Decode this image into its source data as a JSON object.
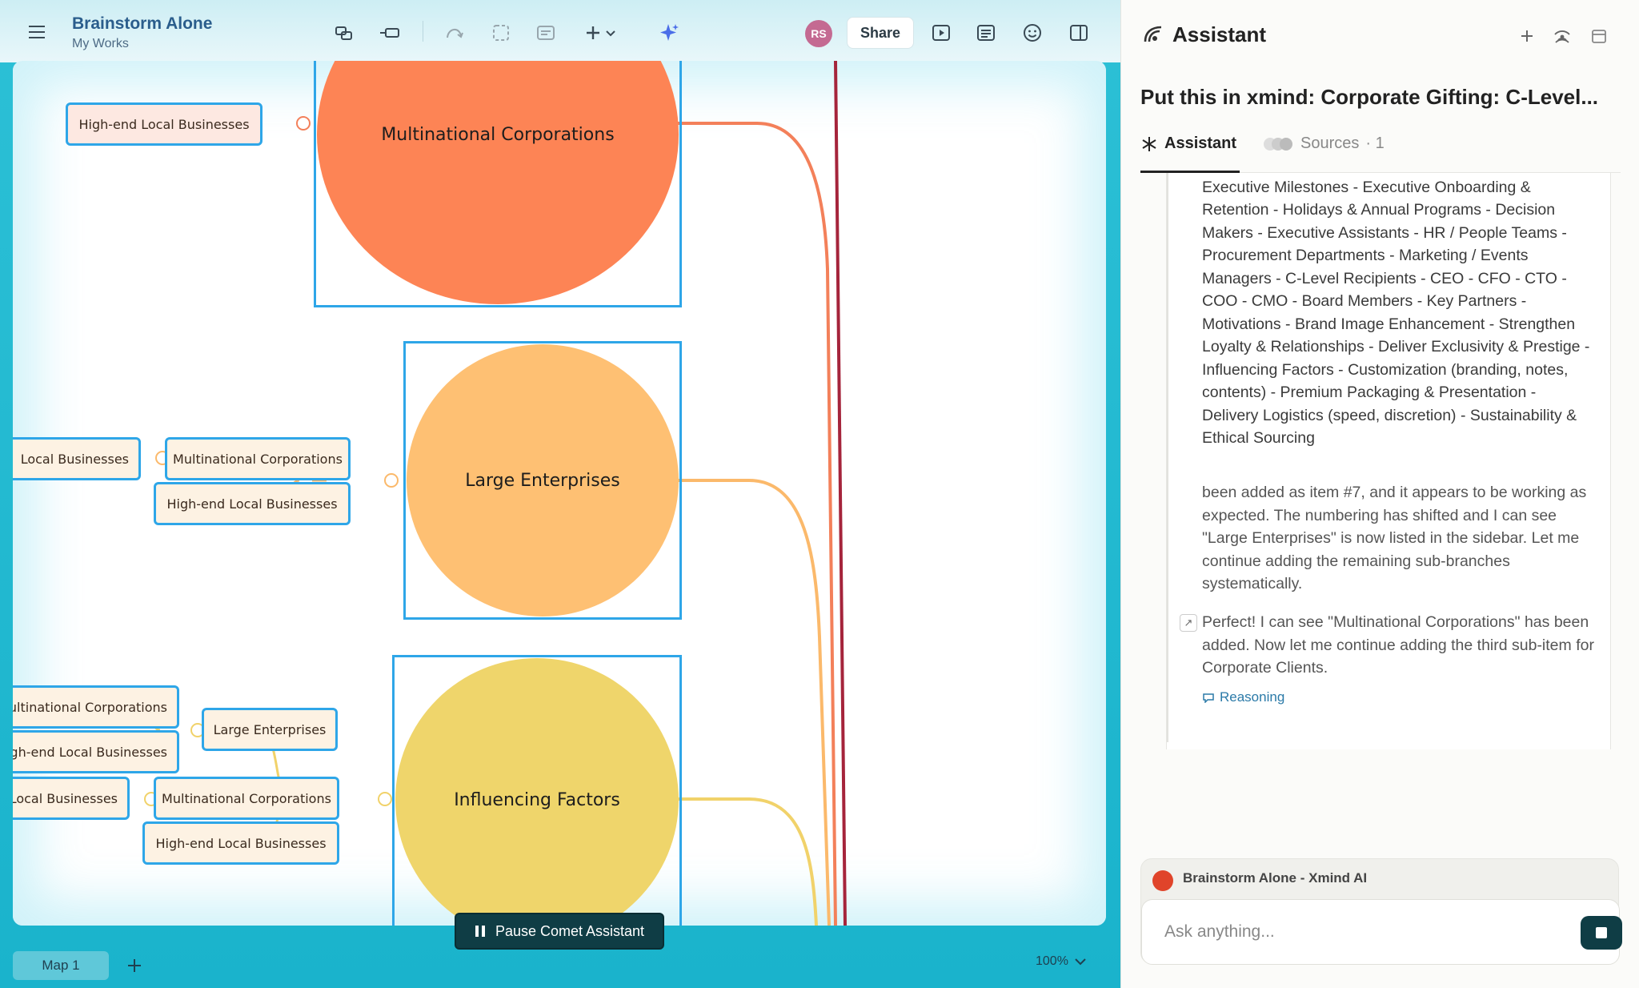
{
  "app": {
    "doc_title": "Brainstorm Alone",
    "doc_subtitle": "My Works",
    "avatar_initials": "RS",
    "share_label": "Share"
  },
  "mindmap": {
    "main_topics": [
      {
        "label": "Multinational Corporations",
        "color": "#fd8455"
      },
      {
        "label": "Large Enterprises",
        "color": "#fec073"
      },
      {
        "label": "Influencing Factors",
        "color": "#efd56b"
      }
    ],
    "subtopics": {
      "t1_high_end": "High-end Local Businesses",
      "t2_local": "Local Businesses",
      "t2_multinational": "Multinational Corporations",
      "t2_high_end": "High-end Local Businesses",
      "t3_multinational_a": "Multinational Corporations",
      "t3_high_end_a": "High-end Local Businesses",
      "t3_large": "Large Enterprises",
      "t3_local": "Local Businesses",
      "t3_multinational_b": "Multinational Corporations",
      "t3_high_end_b": "High-end Local Businesses"
    }
  },
  "bottom": {
    "map_tab": "Map 1",
    "zoom": "100%",
    "pause_label": "Pause Comet Assistant"
  },
  "assistant": {
    "title": "Assistant",
    "question": "Put this in xmind: Corporate Gifting: C-Level...",
    "tab_assistant": "Assistant",
    "tab_sources": "Sources",
    "sources_count": "· 1",
    "list_text": "Businesses - Gift Needs - Client Appreciation - Executive Milestones - Executive Onboarding & Retention - Holidays & Annual Programs - Decision Makers - Executive Assistants - HR / People Teams - Procurement Departments - Marketing / Events Managers - C-Level Recipients - CEO - CFO - CTO - COO - CMO - Board Members - Key Partners - Motivations - Brand Image Enhancement - Strengthen Loyalty & Relationships - Deliver Exclusivity & Prestige - Influencing Factors - Customization (branding, notes, contents) - Premium Packaging & Presentation - Delivery Logistics (speed, discretion) - Sustainability & Ethical Sourcing",
    "message1": "been added as item #7, and it appears to be working as expected. The numbering has shifted and I can see \"Large Enterprises\" is now listed in the sidebar. Let me continue adding the remaining sub-branches systematically.",
    "message2": "Perfect! I can see \"Multinational Corporations\" has been added. Now let me continue adding the third sub-item for Corporate Clients.",
    "reasoning_label": "Reasoning",
    "input_source": "Brainstorm Alone - Xmind AI",
    "input_placeholder": "Ask anything..."
  }
}
